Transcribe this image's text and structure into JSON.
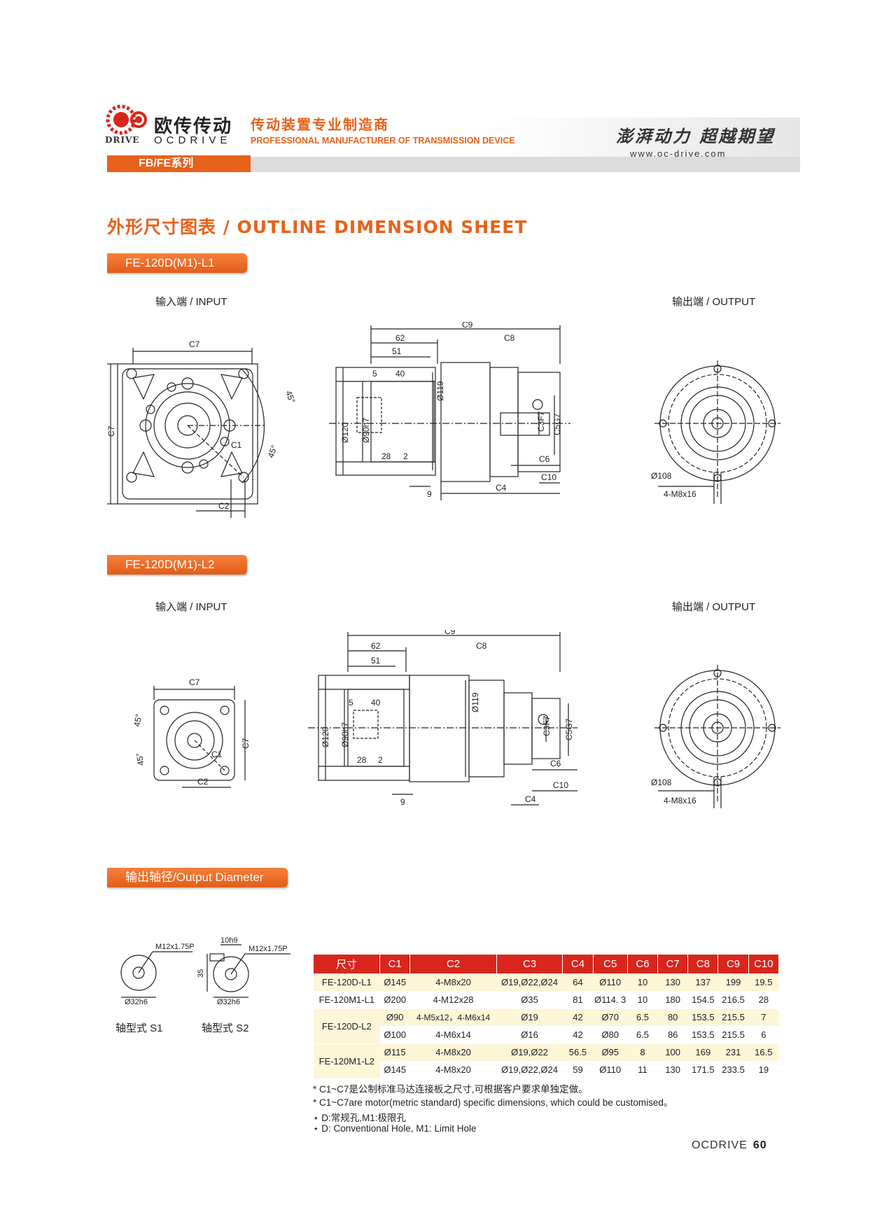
{
  "header": {
    "brand_cn": "欧传传动",
    "brand_en_small": "DRIVE",
    "brand_en": "OCDRIVE",
    "tagline_cn": "传动装置专业制造商",
    "tagline_en": "PROFESSIONAL MANUFACTURER OF TRANSMISSION DEVICE",
    "series": "FB/FE系列",
    "slogan": "澎湃动力 超越期望",
    "website": "www.oc-drive.com"
  },
  "sheet_title": "外形尺寸图表 / OUTLINE DIMENSION SHEET",
  "section1": {
    "model": "FE-120D(M1)-L1",
    "input_label": "输入端 / INPUT",
    "output_label": "输出端 / OUTPUT"
  },
  "section2": {
    "model": "FE-120D(M1)-L2",
    "input_label": "输入端 / INPUT",
    "output_label": "输出端 / OUTPUT"
  },
  "dims": {
    "c1": "C1",
    "c2": "C2",
    "c3": "C3F7",
    "c4": "C4",
    "c5": "C5G7",
    "c6": "C6",
    "c7": "C7",
    "c8": "C8",
    "c9": "C9",
    "c10": "C10",
    "d62": "62",
    "d51": "51",
    "d40": "40",
    "d5": "5",
    "d28": "28",
    "d2": "2",
    "d9": "9",
    "phi120": "Ø120",
    "phi90": "Ø90h7",
    "phi119": "Ø119",
    "phi108": "Ø108",
    "bolts": "4-M8x16",
    "a45": "45°"
  },
  "section3": {
    "title": "输出轴径/Output Diameter",
    "s1_thread": "M12x1.75P",
    "s1_dia": "Ø32h6",
    "s1_label": "轴型式 S1",
    "s2_key": "10h9",
    "s2_thread": "M12x1.75P",
    "s2_height": "35",
    "s2_dia": "Ø32h6",
    "s2_label": "轴型式 S2"
  },
  "table": {
    "headers": [
      "尺寸",
      "C1",
      "C2",
      "C3",
      "C4",
      "C5",
      "C6",
      "C7",
      "C8",
      "C9",
      "C10"
    ],
    "rows": [
      {
        "model": "FE-120D-L1",
        "cells": [
          "Ø145",
          "4-M8x20",
          "Ø19,Ø22,Ø24",
          "64",
          "Ø110",
          "10",
          "130",
          "137",
          "199",
          "19.5"
        ]
      },
      {
        "model": "FE-120M1-L1",
        "cells": [
          "Ø200",
          "4-M12x28",
          "Ø35",
          "81",
          "Ø114. 3",
          "10",
          "180",
          "154.5",
          "216.5",
          "28"
        ]
      },
      {
        "model": "FE-120D-L2",
        "cells": [
          "Ø90",
          "4-M5x12，4-M6x14",
          "Ø19",
          "42",
          "Ø70",
          "6.5",
          "80",
          "153.5",
          "215.5",
          "7"
        ]
      },
      {
        "model": "",
        "cells": [
          "Ø100",
          "4-M6x14",
          "Ø16",
          "42",
          "Ø80",
          "6.5",
          "86",
          "153.5",
          "215.5",
          "6"
        ]
      },
      {
        "model": "FE-120M1-L2",
        "cells": [
          "Ø115",
          "4-M8x20",
          "Ø19,Ø22",
          "56.5",
          "Ø95",
          "8",
          "100",
          "169",
          "231",
          "16.5"
        ]
      },
      {
        "model": "",
        "cells": [
          "Ø145",
          "4-M8x20",
          "Ø19,Ø22,Ø24",
          "59",
          "Ø110",
          "11",
          "130",
          "171.5",
          "233.5",
          "19"
        ]
      }
    ]
  },
  "notes": [
    "* C1~C7是公制标准马达连接板之尺寸,可根据客户要求单独定做。",
    "* C1~C7are motor(metric standard)  specific dimensions, which could be customised。",
    "⋆ D:常规孔,M1:极限孔",
    "⋆ D: Conventional Hole, M1: Limit Hole"
  ],
  "footer": {
    "brand": "OCDRIVE",
    "page": "60"
  }
}
